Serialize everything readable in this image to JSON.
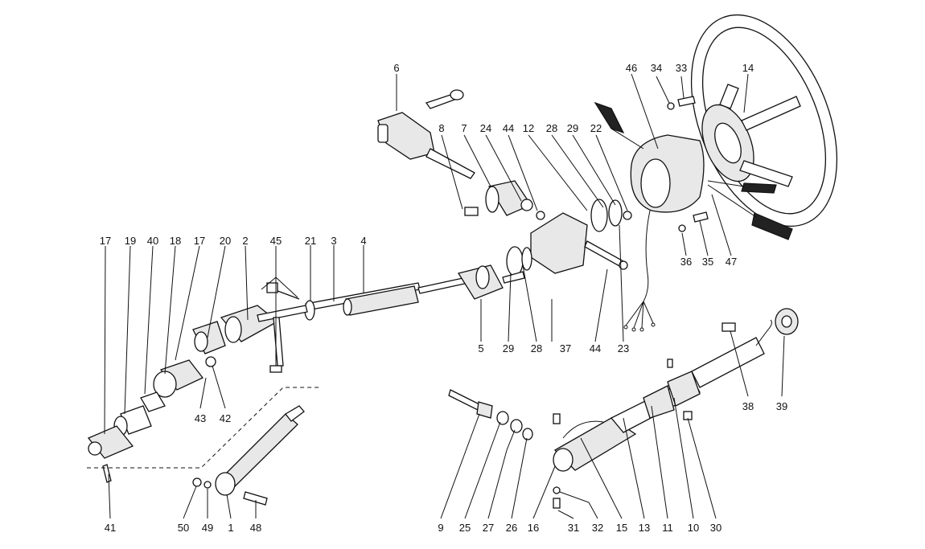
{
  "labels": {
    "l1": "1",
    "l2": "2",
    "l3": "3",
    "l4": "4",
    "l5": "5",
    "l6": "6",
    "l7": "7",
    "l8": "8",
    "l9": "9",
    "l10": "10",
    "l11": "11",
    "l12": "12",
    "l13": "13",
    "l14": "14",
    "l15": "15",
    "l16": "16",
    "l17a": "17",
    "l17b": "17",
    "l18": "18",
    "l19": "19",
    "l20": "20",
    "l21": "21",
    "l22": "22",
    "l23": "23",
    "l24": "24",
    "l25": "25",
    "l26": "26",
    "l27": "27",
    "l28a": "28",
    "l28b": "28",
    "l29a": "29",
    "l29b": "29",
    "l30": "30",
    "l31": "31",
    "l32": "32",
    "l33": "33",
    "l34": "34",
    "l35": "35",
    "l36": "36",
    "l37": "37",
    "l38": "38",
    "l39": "39",
    "l40": "40",
    "l41": "41",
    "l42": "42",
    "l43": "43",
    "l44a": "44",
    "l44b": "44",
    "l45": "45",
    "l46": "46",
    "l47": "47",
    "l48": "48",
    "l49": "49",
    "l50": "50"
  }
}
